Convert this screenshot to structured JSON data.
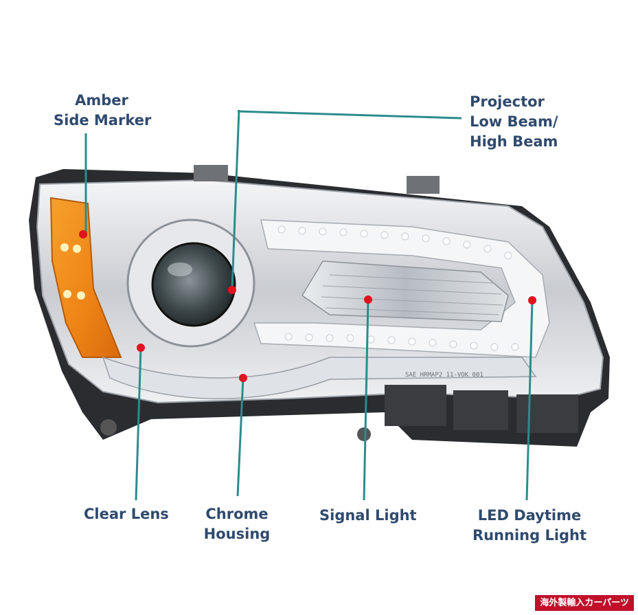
{
  "labels": {
    "amber_side_marker": "Amber\nSide Marker",
    "projector": "Projector\nLow Beam/\nHigh Beam",
    "clear_lens": "Clear Lens",
    "chrome_housing": "Chrome\nHousing",
    "signal_light": "Signal Light",
    "led_drl": "LED Daytime\nRunning Light"
  },
  "lens_marking": "SAE HRMAP2 11-VOK 001",
  "watermark": "海外製輸入カーパーツ",
  "colors": {
    "label_text": "#2f4a6e",
    "leader_line": "#2b8c8c",
    "marker_dot": "#e0141e",
    "amber_lens": "#f08a1e",
    "watermark_bg": "#c0102a"
  }
}
